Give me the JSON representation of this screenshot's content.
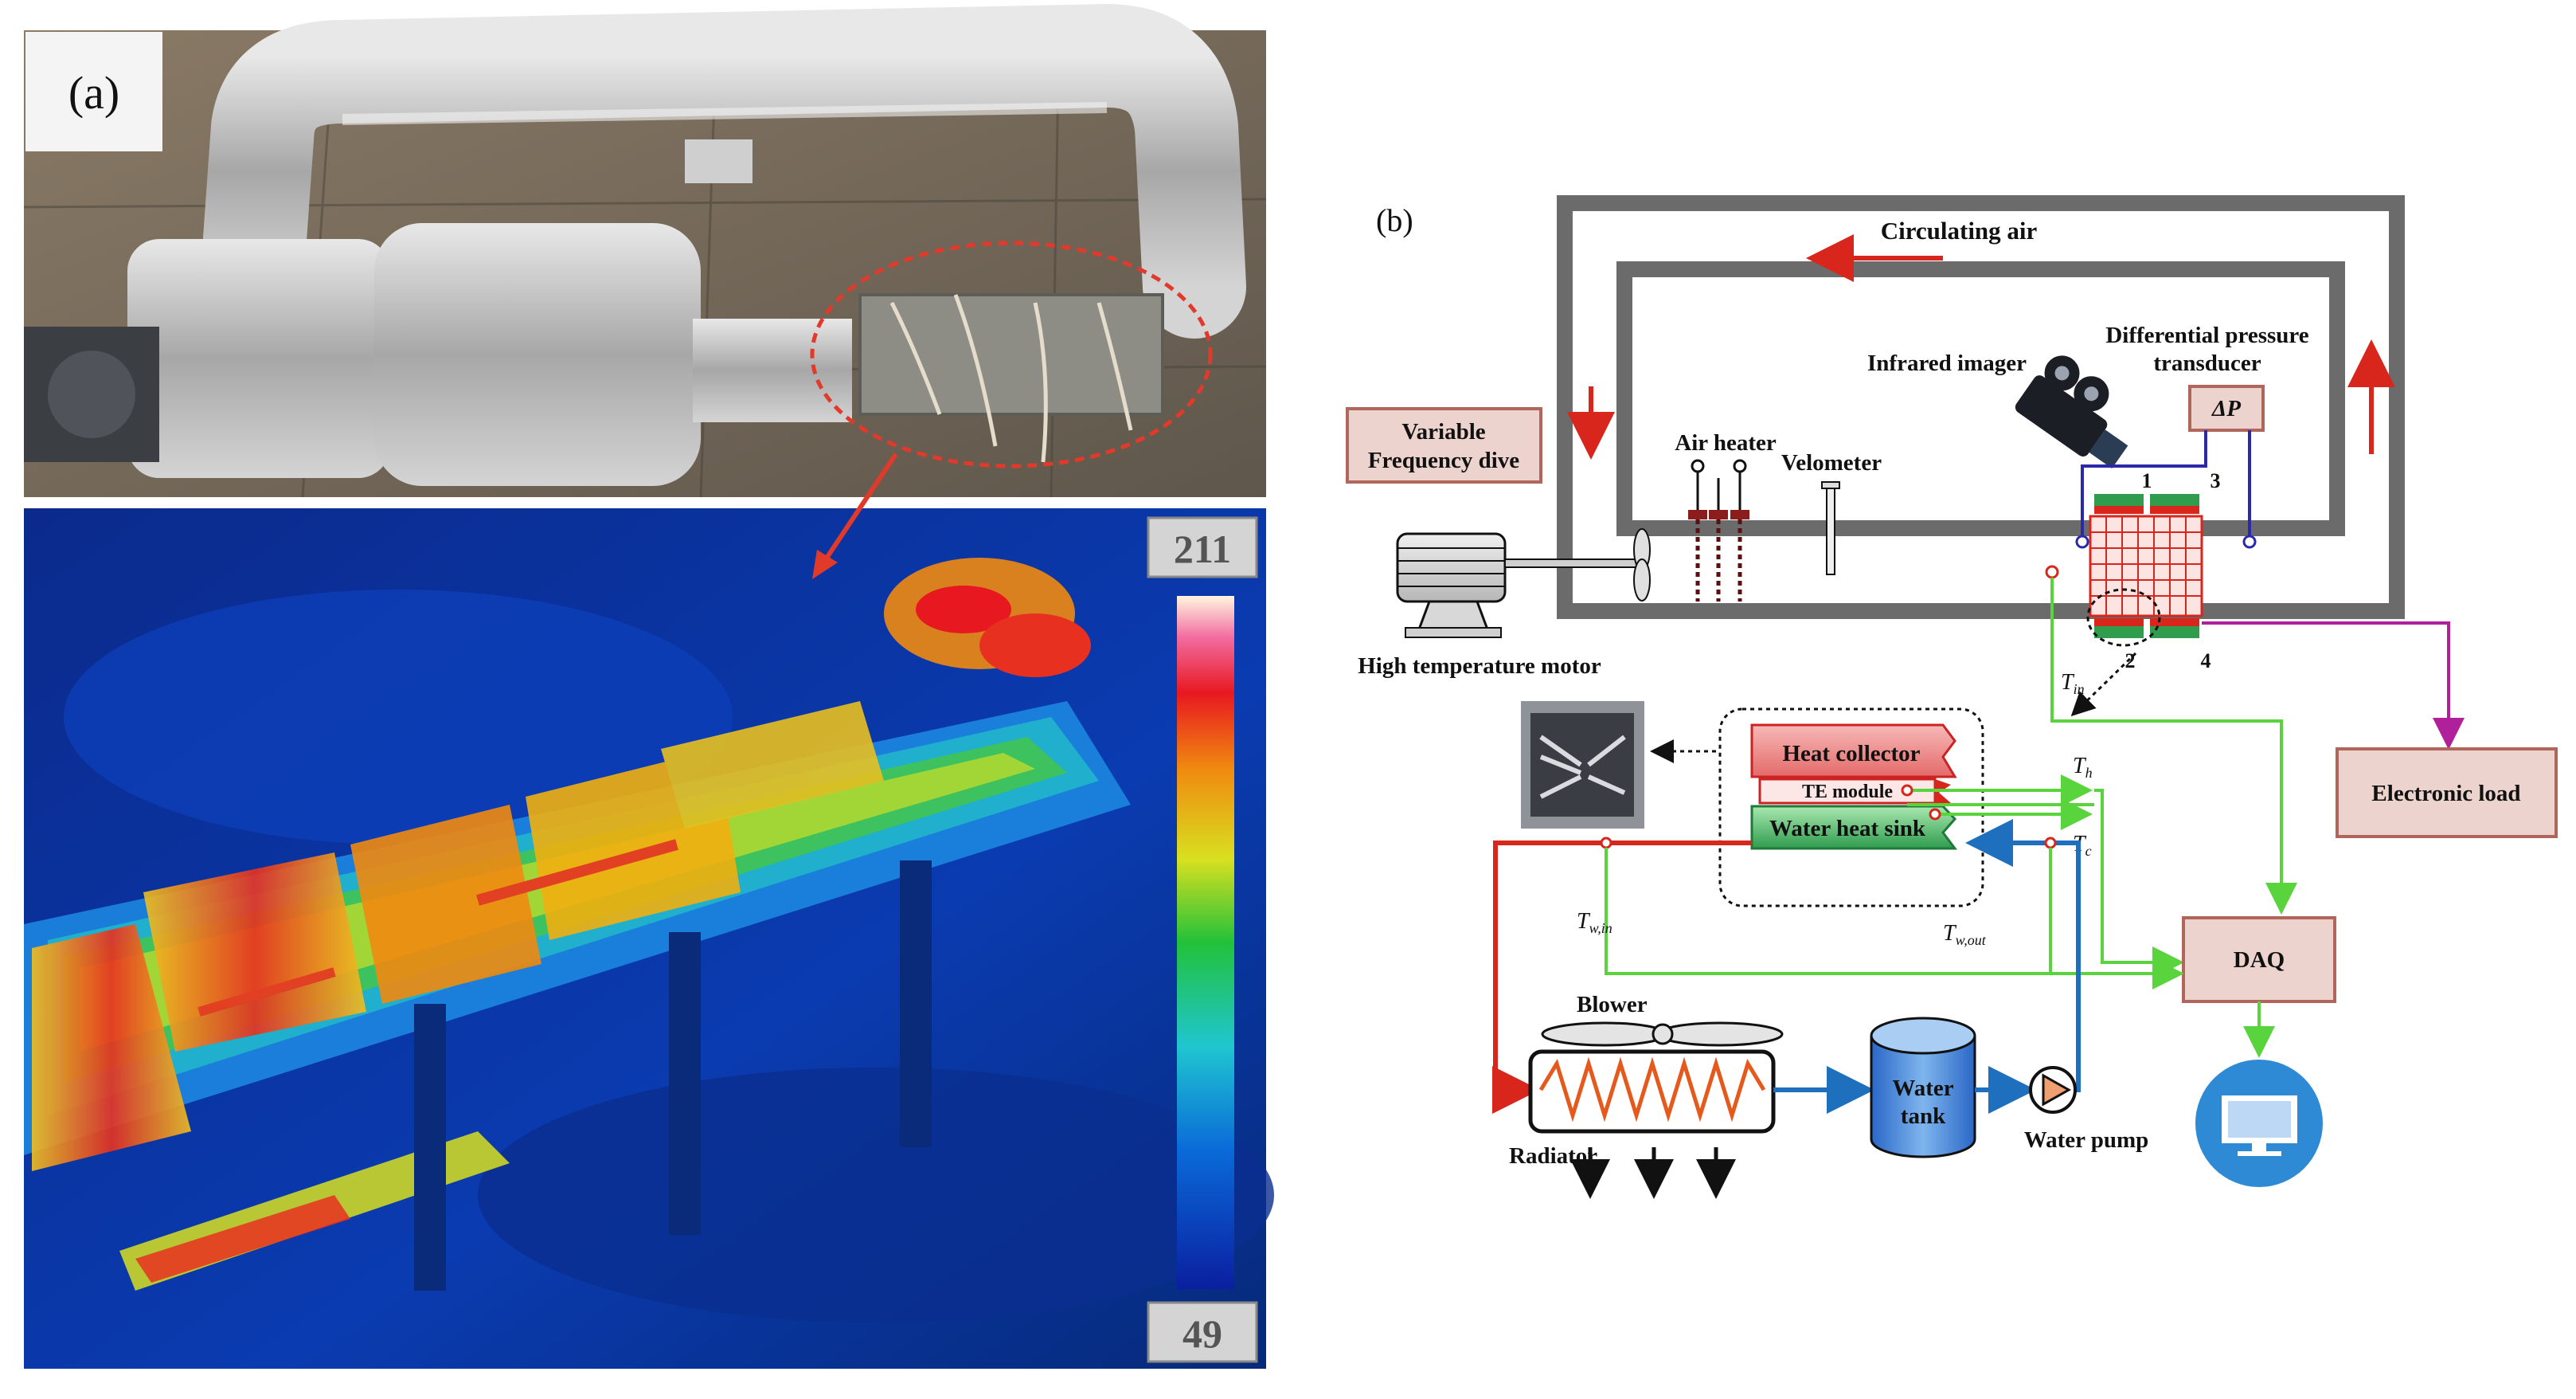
{
  "panel_a": {
    "label": "(a)",
    "colorbar": {
      "max": "211",
      "min": "49"
    }
  },
  "panel_b": {
    "label": "(b)",
    "circulating_air": "Circulating air",
    "variable_freq_line1": "Variable",
    "variable_freq_line2": "Frequency dive",
    "air_heater": "Air heater",
    "velometer": "Velometer",
    "infrared_imager": "Infrared imager",
    "dp_line1": "Differential pressure",
    "dp_line2": "transducer",
    "delta_p": "ΔP",
    "motor": "High temperature motor",
    "tap1": "1",
    "tap2": "2",
    "tap3": "3",
    "tap4": "4",
    "t_in": "T",
    "t_in_sub": "in",
    "t_h": "T",
    "t_h_sub": "h",
    "t_c": "T",
    "t_c_sub": "c",
    "t_w_in": "T",
    "t_w_in_sub": "w,in",
    "t_w_out": "T",
    "t_w_out_sub": "w,out",
    "heat_collector": "Heat collector",
    "te_module": "TE module",
    "water_heat_sink": "Water heat sink",
    "electronic_load": "Electronic load",
    "daq": "DAQ",
    "blower": "Blower",
    "radiator": "Radiator",
    "water_tank_line1": "Water",
    "water_tank_line2": "tank",
    "water_pump": "Water pump"
  },
  "colors": {
    "duct": "#6b6b6b",
    "air_arrow": "#d8261c",
    "hot_water": "#d8261c",
    "cold_water": "#1f6fbf",
    "signal_green": "#5ad43c",
    "load_magenta": "#b0209a",
    "box_fill": "#ecd3cd",
    "box_stroke": "#b0665a"
  }
}
